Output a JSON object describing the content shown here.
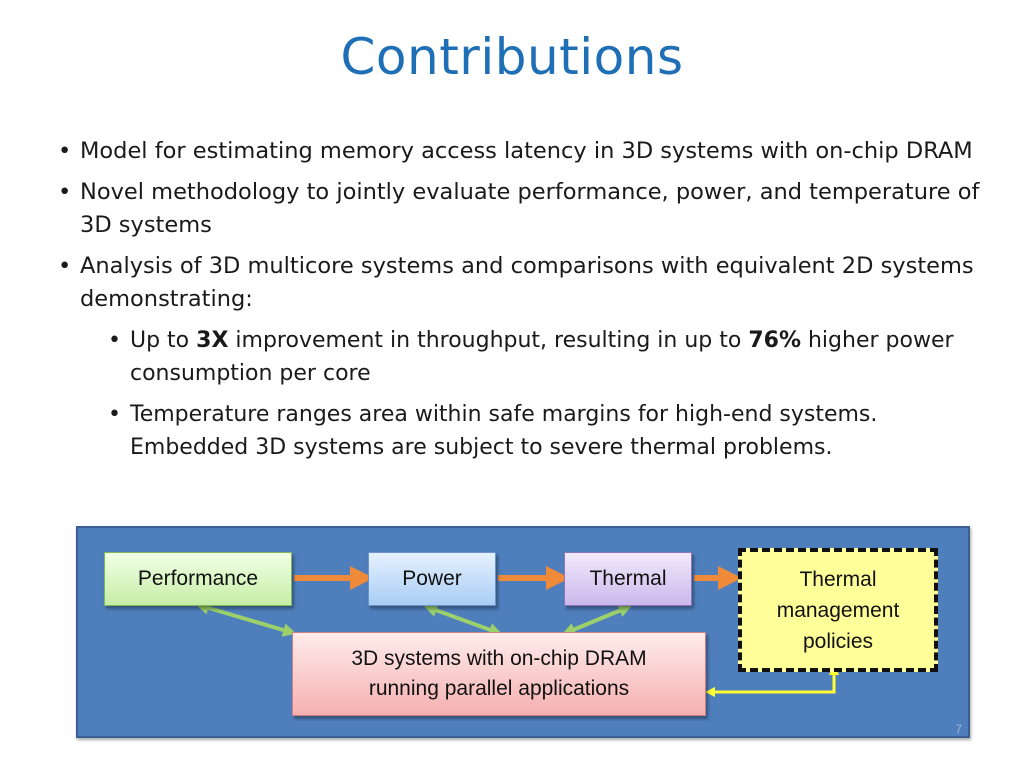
{
  "slide": {
    "title": "Contributions",
    "bullets": [
      "Model for estimating memory access latency in 3D systems with on-chip DRAM",
      "Novel methodology to jointly evaluate performance, power, and temperature of 3D systems",
      "Analysis of 3D multicore systems and comparisons with equivalent 2D systems demonstrating:"
    ],
    "sub1": {
      "p1": "Up to ",
      "b1": "3X",
      "p2": " improvement in throughput, resulting in up to ",
      "b2": "76%",
      "p3": " higher power consumption per core"
    },
    "sub2": "Temperature ranges area within safe margins for high-end systems. Embedded  3D systems are subject to severe thermal problems.",
    "page_number": "7"
  },
  "diagram": {
    "performance": "Performance",
    "power": "Power",
    "thermal": "Thermal",
    "thermal_mgmt_lines": [
      "Thermal",
      "management",
      "policies"
    ],
    "system_lines": [
      "3D systems with on-chip DRAM",
      "running parallel applications"
    ]
  },
  "colors": {
    "title": "#1f6fb7",
    "diagram_bg": "#4f7ebd",
    "orange_arrow": "#ee8a3a",
    "green_arrow": "#9bd06b",
    "yellow_arrow": "#ffff33"
  }
}
